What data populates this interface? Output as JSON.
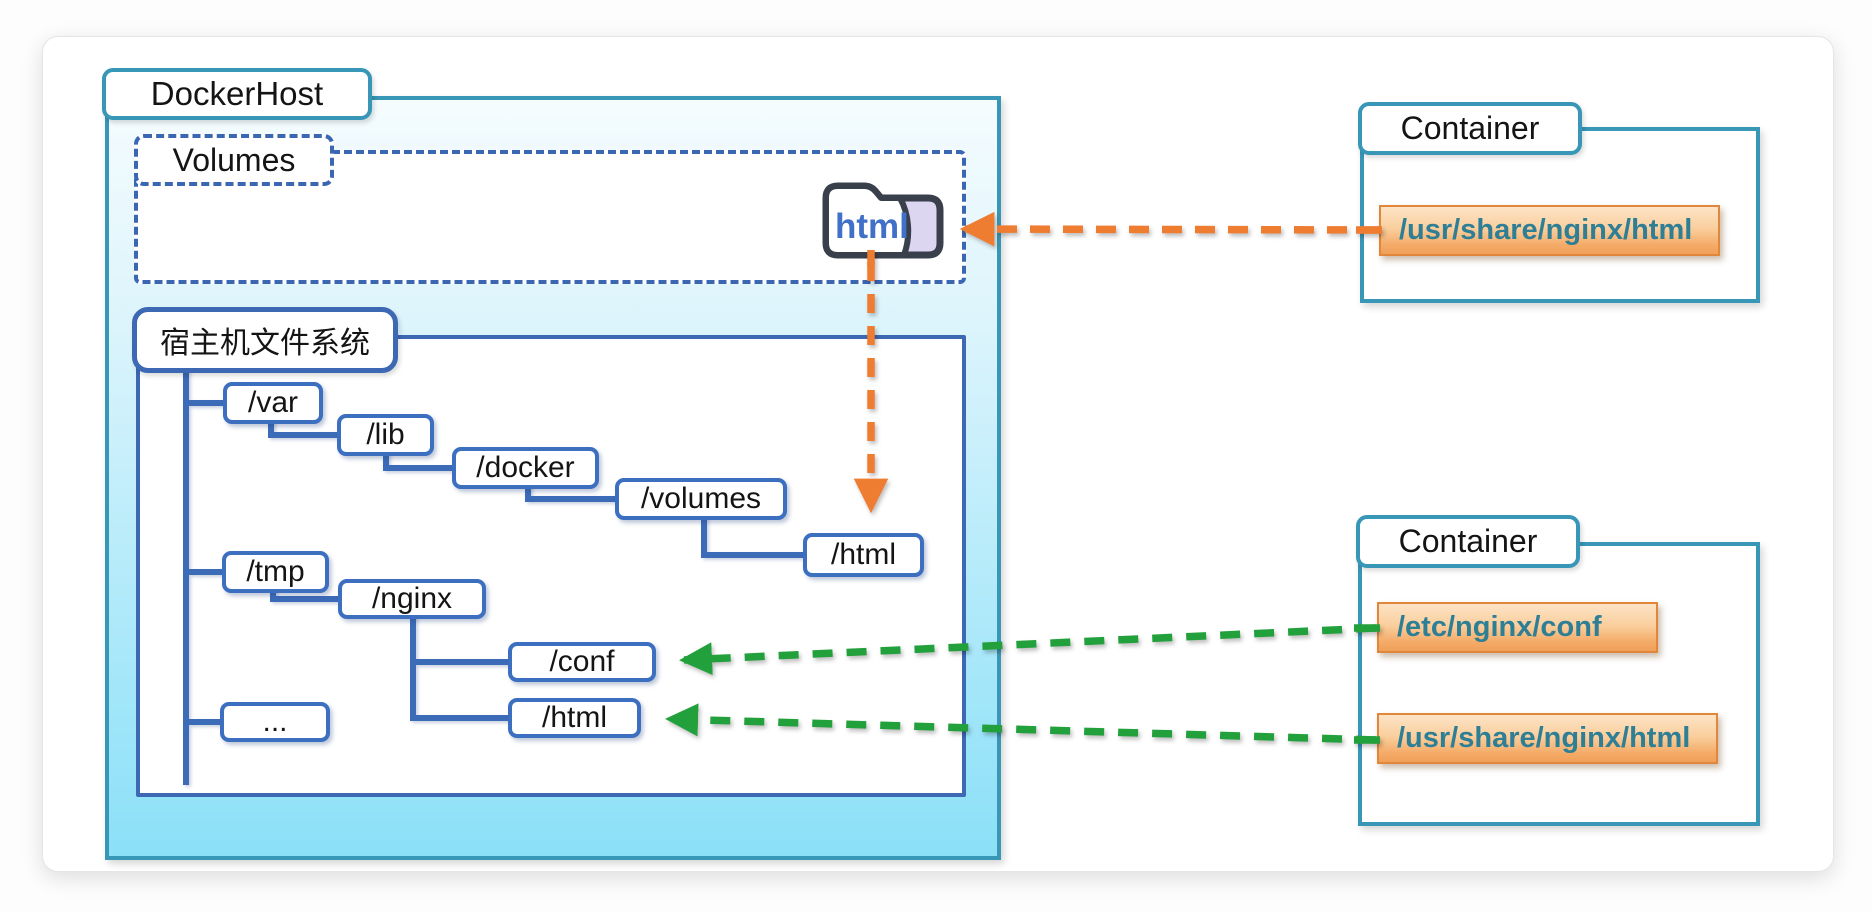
{
  "diagram": {
    "title_context": "Docker volume mount diagram",
    "docker_host": {
      "label": "DockerHost",
      "volumes": {
        "label": "Volumes",
        "volume_folder": {
          "label": "html"
        }
      },
      "host_filesystem": {
        "label": "宿主机文件系统",
        "tree_nodes": [
          {
            "id": "var",
            "label": "/var"
          },
          {
            "id": "lib",
            "label": "/lib"
          },
          {
            "id": "docker",
            "label": "/docker"
          },
          {
            "id": "volumes",
            "label": "/volumes"
          },
          {
            "id": "html-volume",
            "label": "/html"
          },
          {
            "id": "tmp",
            "label": "/tmp"
          },
          {
            "id": "nginx",
            "label": "/nginx"
          },
          {
            "id": "conf",
            "label": "/conf"
          },
          {
            "id": "html-nginx",
            "label": "/html"
          },
          {
            "id": "more",
            "label": "..."
          }
        ]
      }
    },
    "containers": [
      {
        "label": "Container",
        "mounts": [
          {
            "path": "/usr/share/nginx/html"
          }
        ]
      },
      {
        "label": "Container",
        "mounts": [
          {
            "path": "/etc/nginx/conf"
          },
          {
            "path": "/usr/share/nginx/html"
          }
        ]
      }
    ],
    "colors": {
      "teal_border": "#3896B6",
      "blue_border": "#3C6FC0",
      "volume_arrow_orange": "#EE7D31",
      "bind_mount_arrow_green": "#22A03C",
      "dockerhost_fill_bottom": "#8BE0F8",
      "mount_box_orange": "#F0A059",
      "mount_text_teal": "#2E7F95",
      "folder_text_blue": "#4170C8",
      "folder_flap_lavender": "#DCD6F0"
    }
  }
}
